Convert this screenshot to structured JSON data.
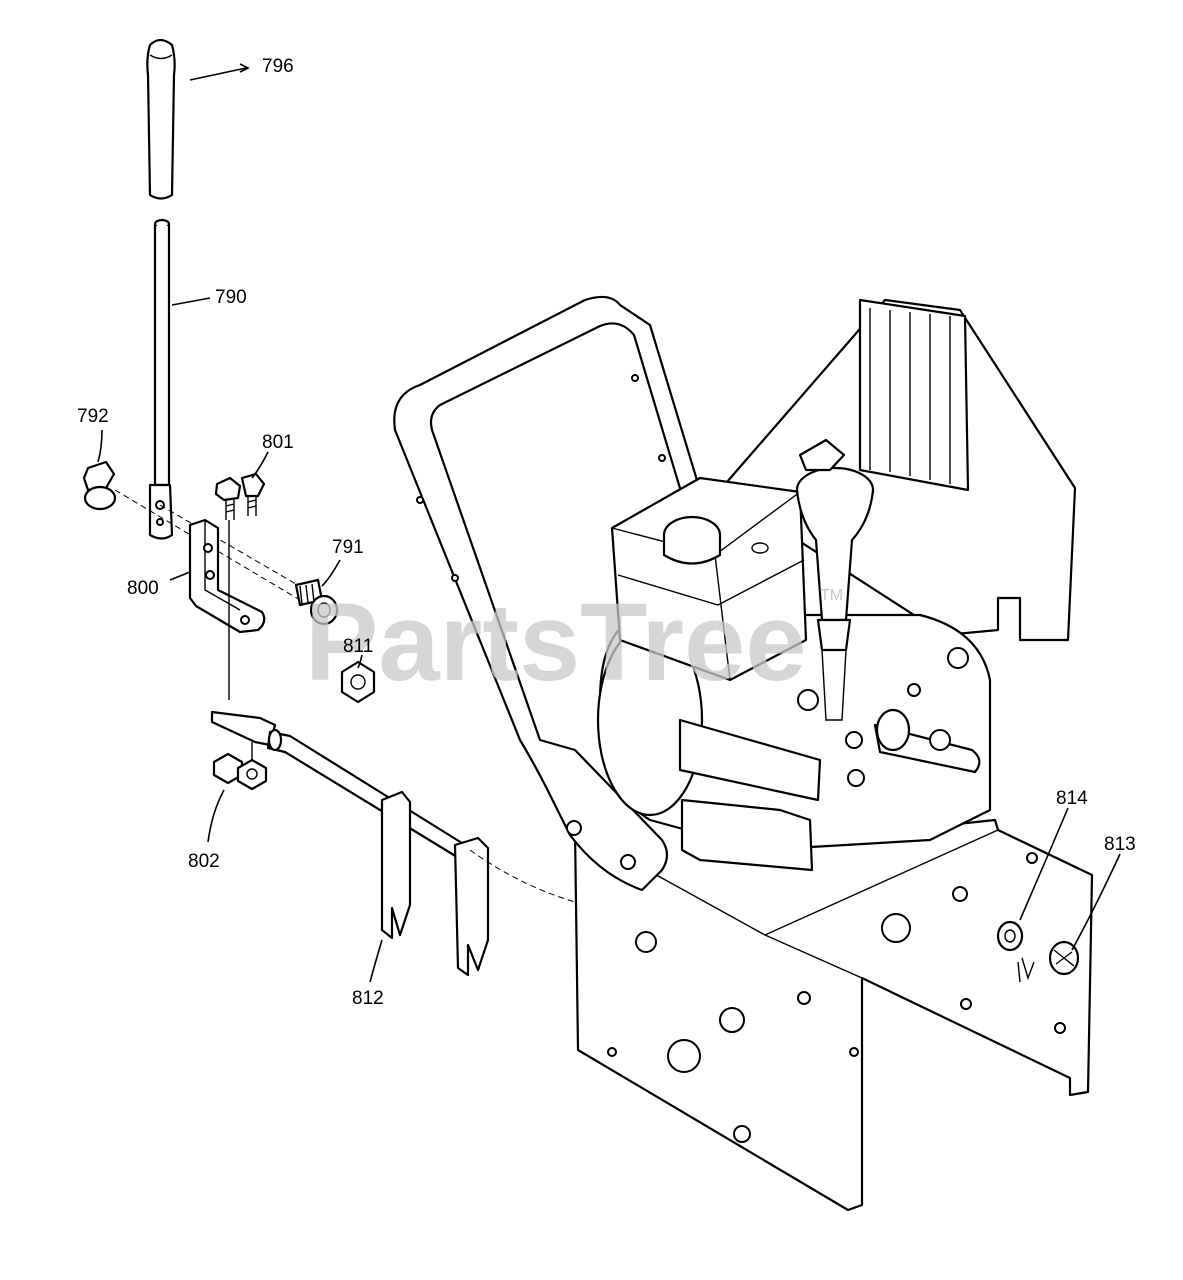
{
  "watermark": {
    "text": "PartsTree",
    "tm": "TM"
  },
  "callouts": [
    {
      "id": "796",
      "label": "796"
    },
    {
      "id": "790",
      "label": "790"
    },
    {
      "id": "792",
      "label": "792"
    },
    {
      "id": "801",
      "label": "801"
    },
    {
      "id": "791",
      "label": "791"
    },
    {
      "id": "800",
      "label": "800"
    },
    {
      "id": "811",
      "label": "811"
    },
    {
      "id": "802",
      "label": "802"
    },
    {
      "id": "812",
      "label": "812"
    },
    {
      "id": "814",
      "label": "814"
    },
    {
      "id": "813",
      "label": "813"
    }
  ]
}
